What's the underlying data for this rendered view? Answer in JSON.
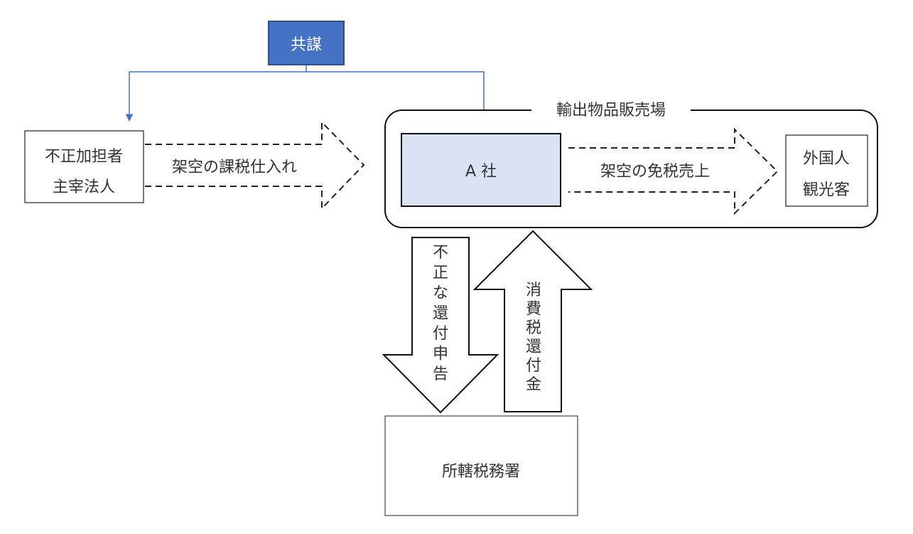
{
  "colors": {
    "conspiracy_fill": "#4472c4",
    "conspiracy_border": "#2f528f",
    "connector": "#4472c4",
    "company_fill": "#dae3f3",
    "line": "#111111"
  },
  "conspiracy": {
    "label": "共謀"
  },
  "fraud_party": {
    "line1": "不正加担者",
    "line2": "主宰法人"
  },
  "store": {
    "label": "輸出物品販売場"
  },
  "company": {
    "label": "A 社"
  },
  "tourist": {
    "line1": "外国人",
    "line2": "観光客"
  },
  "fictitious_purchase": {
    "label": "架空の課税仕入れ"
  },
  "fictitious_sales": {
    "label": "架空の免税売上"
  },
  "refund_claim": {
    "chars": [
      "不",
      "正",
      "な",
      "還",
      "付",
      "申",
      "告"
    ]
  },
  "refund_payment": {
    "chars": [
      "消",
      "費",
      "税",
      "還",
      "付",
      "金"
    ]
  },
  "tax_office": {
    "label": "所轄税務署"
  }
}
